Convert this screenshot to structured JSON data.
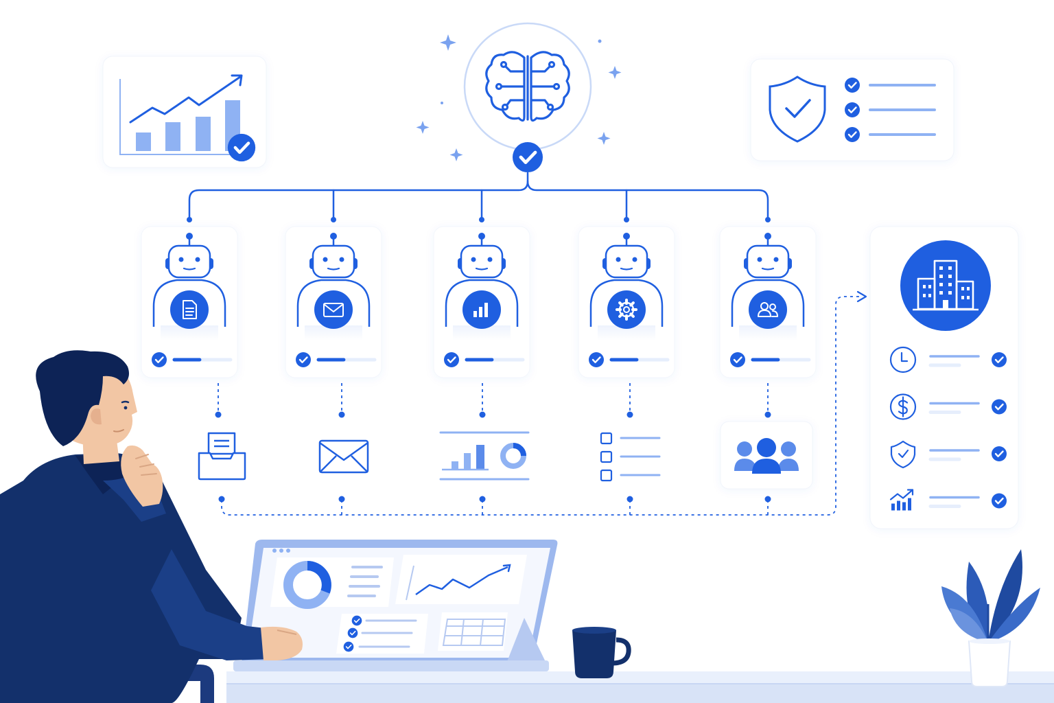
{
  "colors": {
    "primary": "#1f5fe0",
    "primary_light": "#8fb2f3",
    "primary_pale": "#e6eefc",
    "navy": "#13306b",
    "navy_dark": "#0d2356",
    "skin": "#f2c6a4",
    "desk": "#dbe5f8",
    "card_border": "#eef2fa"
  },
  "icons": {
    "brain": "brain-icon",
    "shield": "shield-check-icon",
    "growth": "growth-chart-icon",
    "building": "building-icon"
  },
  "agents": [
    {
      "name": "document-agent",
      "badge_icon": "document-icon",
      "output_icon": "folder-icon",
      "progress": 0.45
    },
    {
      "name": "email-agent",
      "badge_icon": "mail-icon",
      "output_icon": "envelope-icon",
      "progress": 0.45
    },
    {
      "name": "analytics-agent",
      "badge_icon": "bar-chart-icon",
      "output_icon": "report-chart-icon",
      "progress": 0.45
    },
    {
      "name": "settings-agent",
      "badge_icon": "gear-icon",
      "output_icon": "checklist-icon",
      "progress": 0.45
    },
    {
      "name": "team-agent",
      "badge_icon": "users-icon",
      "output_icon": "team-icon",
      "progress": 0.45
    }
  ],
  "result_panel": {
    "items": [
      {
        "icon": "clock-icon",
        "done": true
      },
      {
        "icon": "dollar-icon",
        "done": true
      },
      {
        "icon": "shield-icon",
        "done": true
      },
      {
        "icon": "growth-icon",
        "done": true
      }
    ]
  },
  "shield_checklist": [
    {
      "done": true
    },
    {
      "done": true
    },
    {
      "done": true
    }
  ]
}
